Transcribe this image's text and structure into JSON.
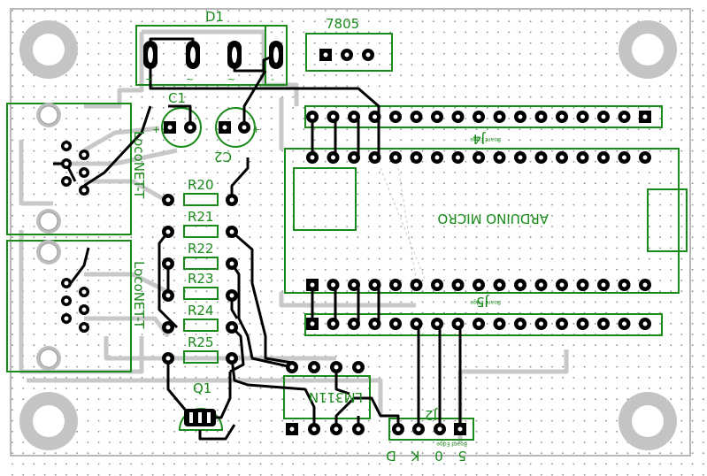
{
  "labels": {
    "d1": "D1",
    "reg": "7805",
    "c1": "C1",
    "c2": "C2",
    "r20": "R20",
    "r21": "R21",
    "r22": "R22",
    "r23": "R23",
    "r24": "R24",
    "r25": "R25",
    "q1": "Q1",
    "lm311": "LM311N",
    "arduino": "ARDUINO MICRO",
    "loconet_top": "LocoNET-T",
    "loconet_bottom": "LocoNET-T",
    "header_top": "J4",
    "header_bottom": "J5",
    "j2": "J2",
    "j2_pins": "5 0 K D",
    "plus": "+",
    "minus": "-",
    "tilde": "~",
    "silk_small": "Board Edge"
  },
  "colors": {
    "silk": "#1a8a1a",
    "trace": "#000000",
    "trace_bottom": "#c8c8c8",
    "pad": "#000000",
    "hole": "#ffffff",
    "grid_dot": "#8a8a8a",
    "mount_hole": "#c0c0c0",
    "board_edge": "#b8b8b8"
  }
}
